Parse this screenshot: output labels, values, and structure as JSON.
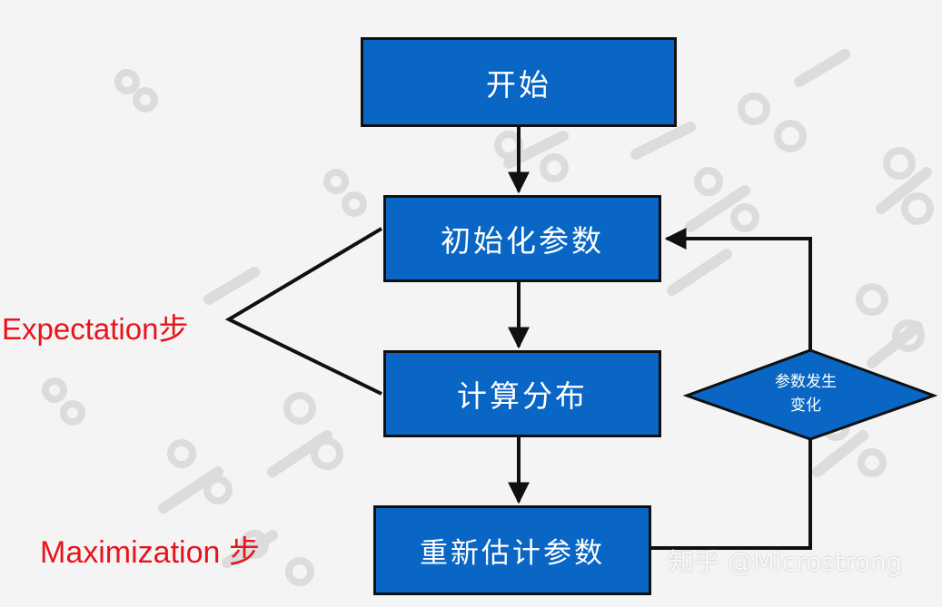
{
  "nodes": {
    "start": "开始",
    "init_params": "初始化参数",
    "compute_dist": "计算分布",
    "reestimate": "重新估计参数",
    "decision_line1": "参数发生",
    "decision_line2": "变化"
  },
  "labels": {
    "expectation": "Expectation步",
    "maximization": "Maximization 步"
  },
  "watermark": "知乎 @Microstrong",
  "colors": {
    "box_fill": "#0a66c4",
    "label_red": "#e8141c",
    "line": "#101010"
  }
}
